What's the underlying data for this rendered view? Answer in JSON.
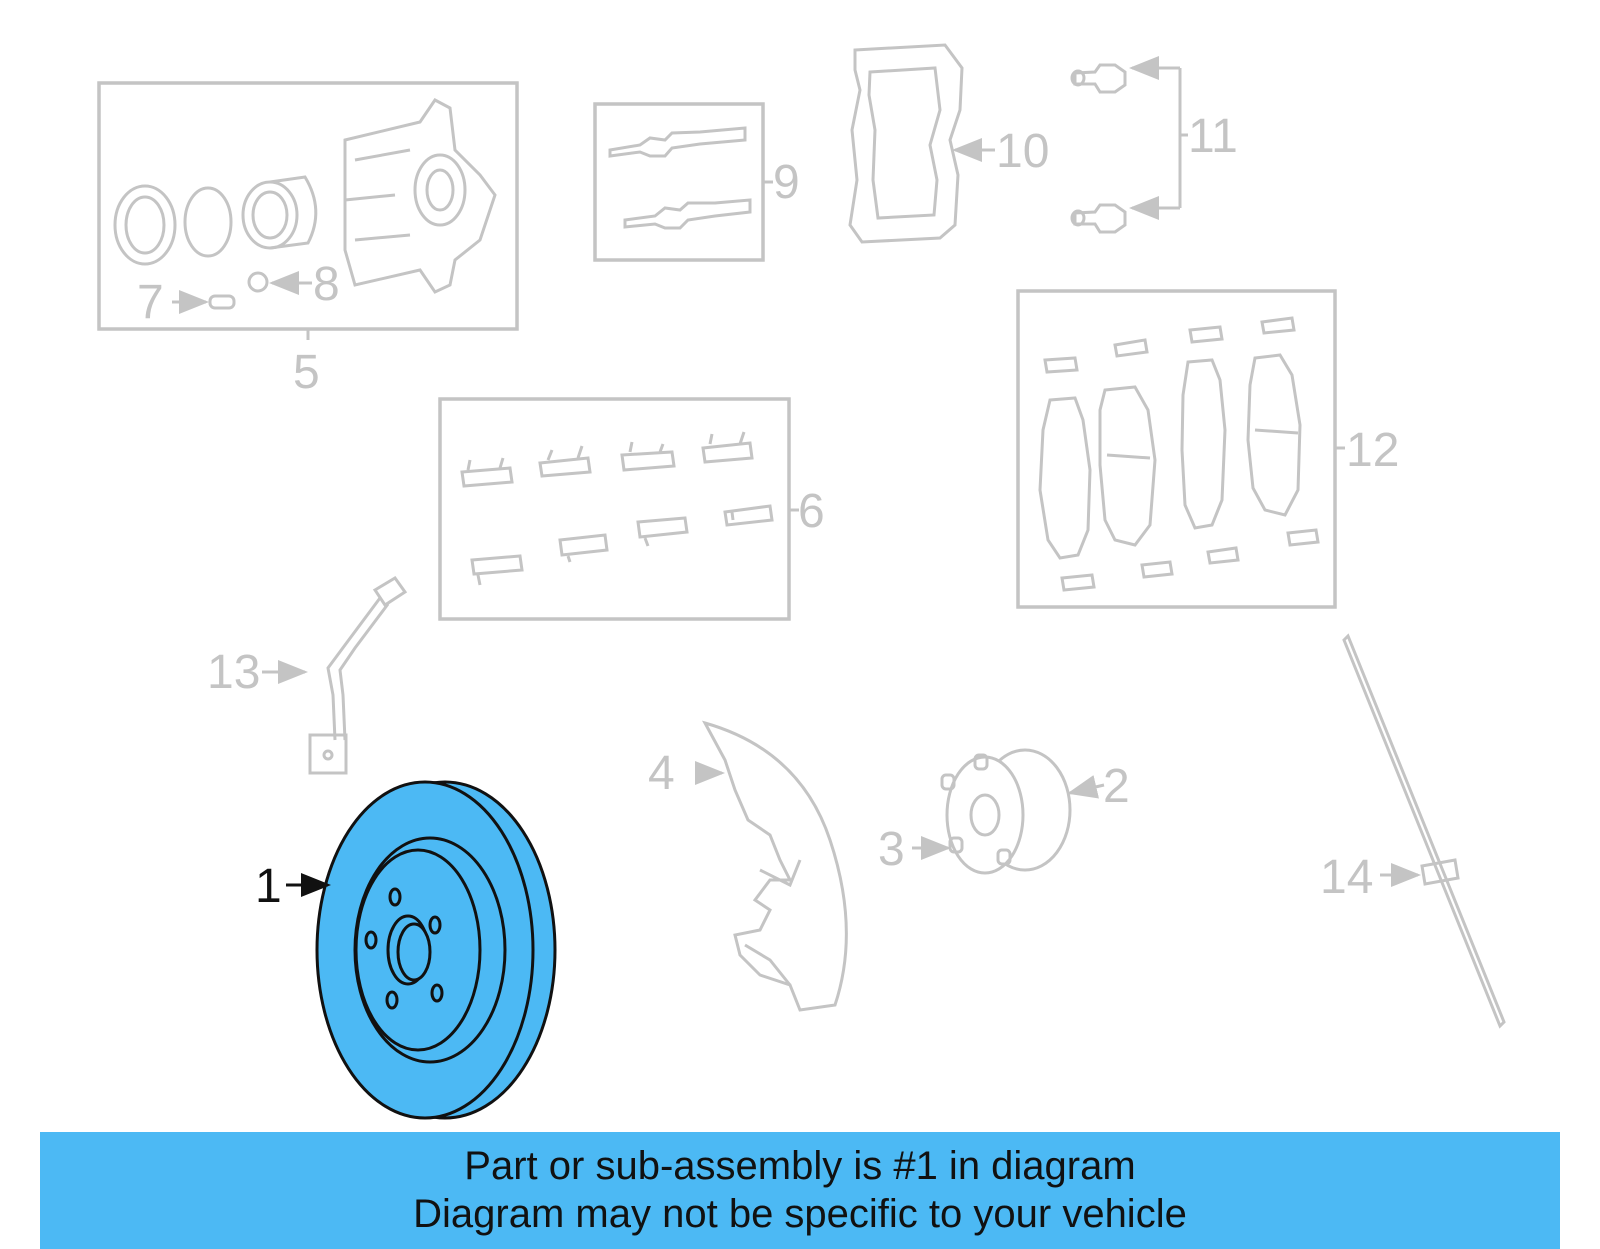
{
  "diagram": {
    "callouts": [
      "1",
      "2",
      "3",
      "4",
      "5",
      "6",
      "7",
      "8",
      "9",
      "10",
      "11",
      "12",
      "13",
      "14"
    ],
    "highlighted_part": "1",
    "highlight_color": "#4cb9f4",
    "line_color": "#c4c4c4",
    "parts": {
      "1": "brake-rotor",
      "2": "hub-bearing",
      "3": "wheel-stud",
      "4": "splash-shield",
      "5": "caliper-assembly",
      "6": "hardware-kit",
      "7": "bleeder-screw",
      "8": "bleeder-cap",
      "9": "guide-pin-kit",
      "10": "caliper-bracket",
      "11": "bracket-bolts",
      "12": "brake-pads",
      "13": "wear-sensor",
      "14": "sensor-wire"
    }
  },
  "banner": {
    "line1": "Part or sub-assembly is #1 in diagram",
    "line2": "Diagram may not be specific to your vehicle",
    "background": "#4cb9f4"
  }
}
